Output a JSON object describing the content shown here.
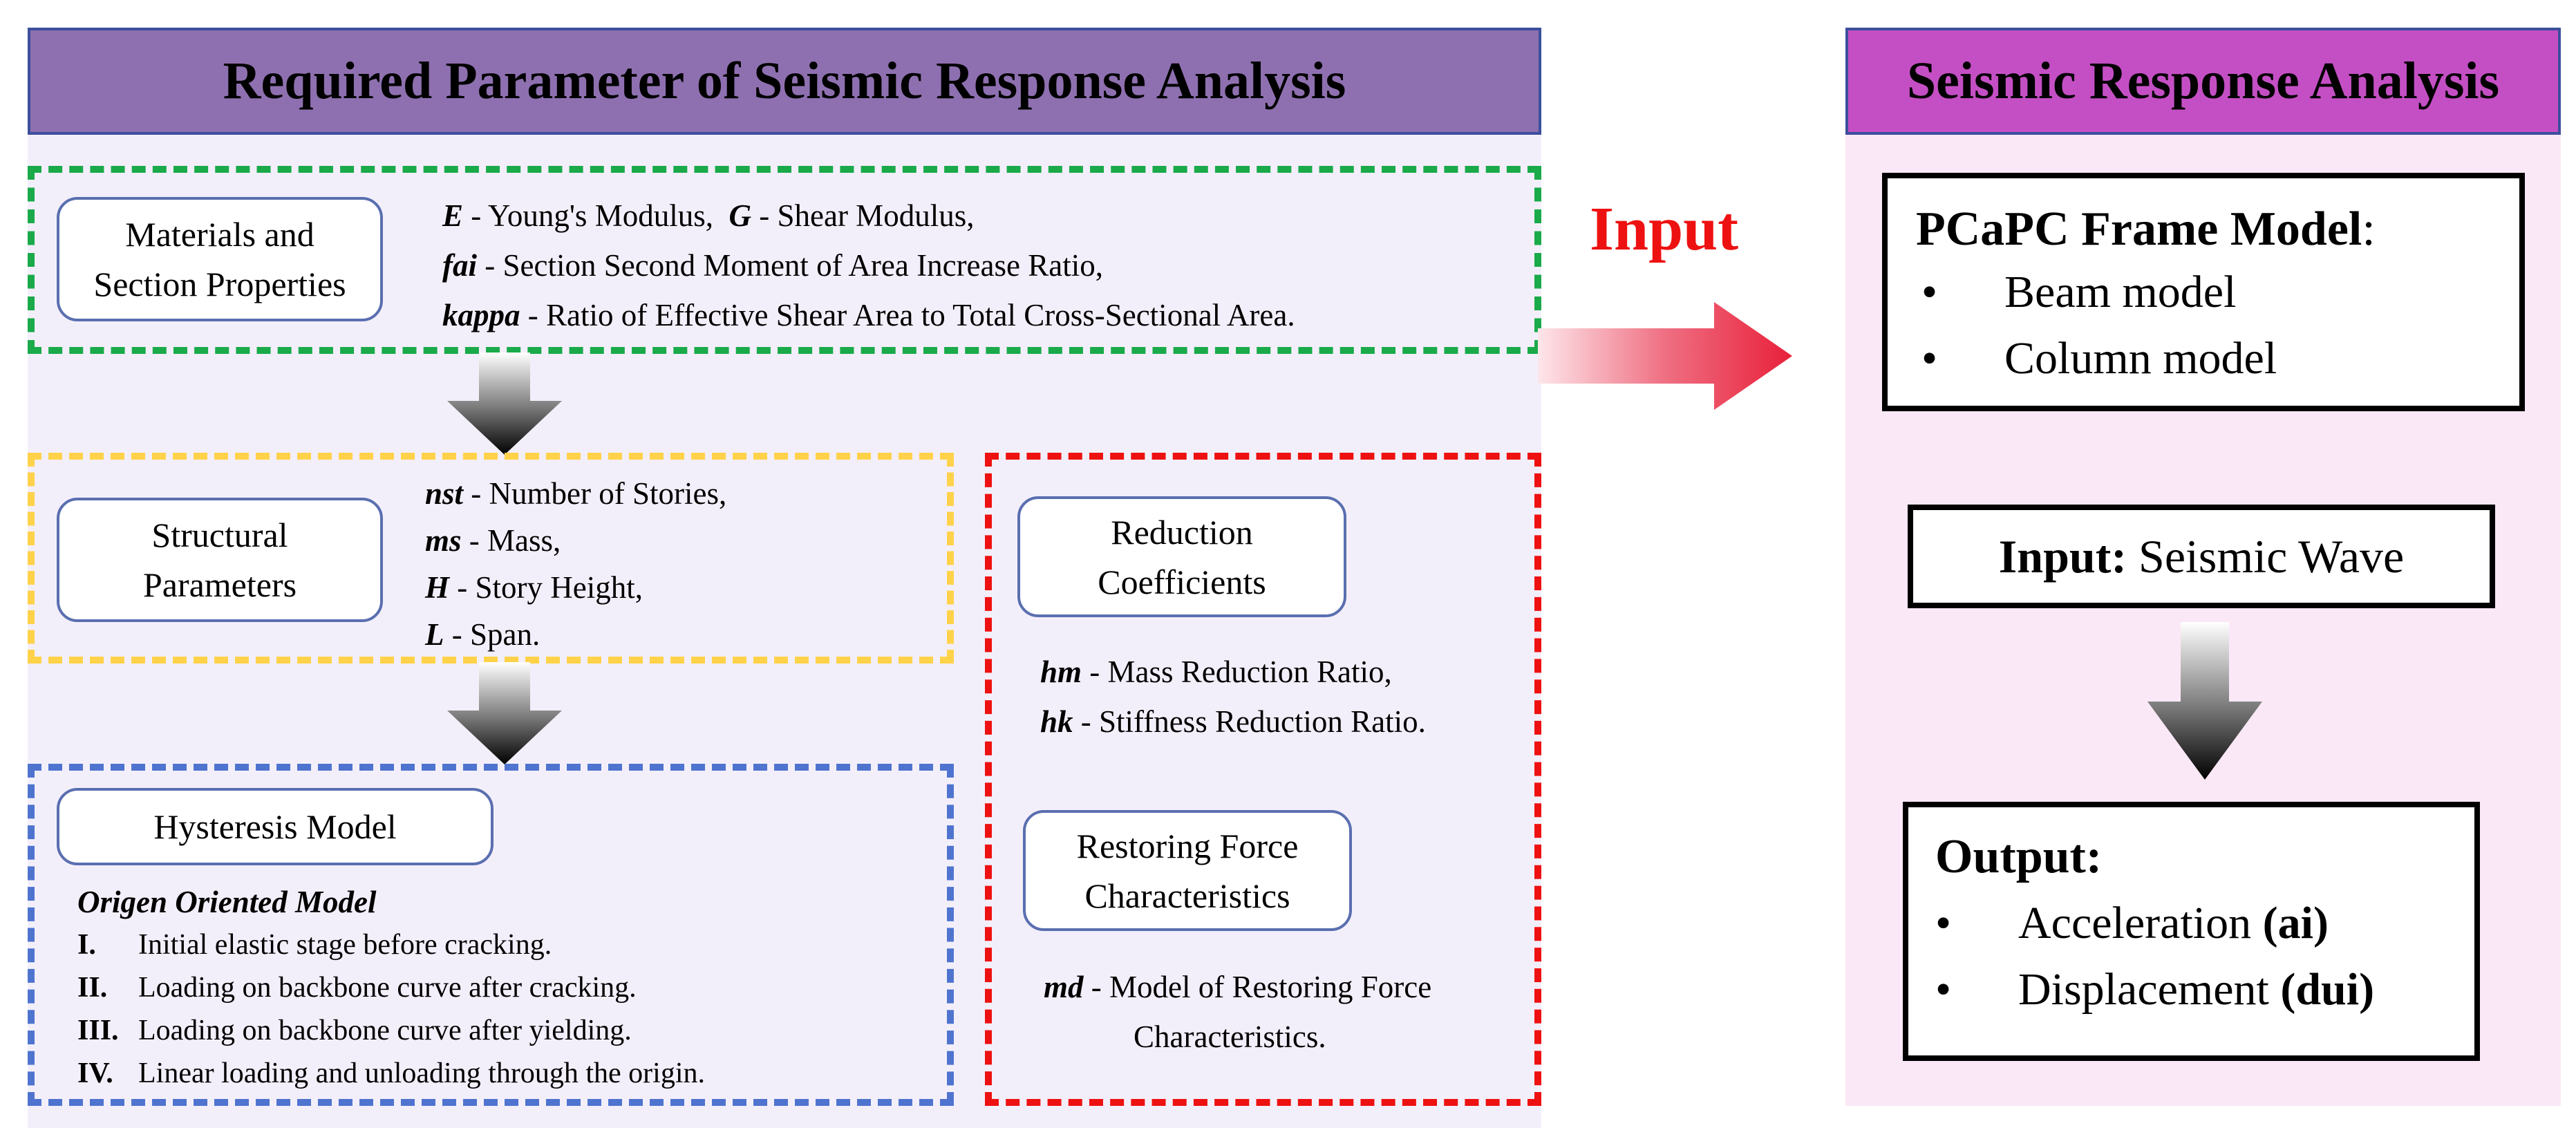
{
  "left_header": "Required Parameter of Seismic Response Analysis",
  "right_header": "Seismic Response  Analysis",
  "materials": {
    "box_line1": "Materials and",
    "box_line2": "Section Properties",
    "p1_sym": "E",
    "p1_desc": " - Young's Modulus,  ",
    "p2_sym": "G",
    "p2_desc": " - Shear Modulus,",
    "p3_sym": "fai",
    "p3_desc": " - Section Second Moment of Area Increase Ratio,",
    "p4_sym": "kappa",
    "p4_desc": " - Ratio of Effective Shear Area to Total Cross-Sectional Area."
  },
  "structural": {
    "box_line1": "Structural",
    "box_line2": "Parameters",
    "params": [
      {
        "sym": "nst",
        "desc": " - Number of Stories,"
      },
      {
        "sym": "ms",
        "desc": " - Mass,"
      },
      {
        "sym": "H",
        "desc": " - Story Height,"
      },
      {
        "sym": "L",
        "desc": " - Span."
      }
    ]
  },
  "hysteresis": {
    "box_label": "Hysteresis Model",
    "model_title": "Origen Oriented Model",
    "stages": [
      {
        "num": "I.",
        "text": "Initial elastic stage before cracking."
      },
      {
        "num": "II.",
        "text": "Loading on backbone curve after cracking."
      },
      {
        "num": "III.",
        "text": "Loading on backbone curve after yielding."
      },
      {
        "num": "IV.",
        "text": "Linear loading and unloading through the origin."
      }
    ]
  },
  "reduction": {
    "box_line1": "Reduction",
    "box_line2": "Coefficients",
    "p1_sym": "hm",
    "p1_desc": " - Mass Reduction Ratio,",
    "p2_sym": "hk",
    "p2_desc": " - Stiffness Reduction Ratio."
  },
  "restoring": {
    "box_line1": "Restoring Force",
    "box_line2": "Characteristics",
    "p1_sym": "md",
    "p1_desc": " - Model of Restoring Force",
    "p1_cont": "Characteristics."
  },
  "input_arrow_label": "Input",
  "frame_model": {
    "title": "PCaPC Frame Model",
    "colon": ":",
    "bullet": "•",
    "items": [
      "Beam model",
      "Column model"
    ]
  },
  "seismic_input": {
    "label": "Input:",
    "value": " Seismic Wave"
  },
  "output": {
    "title": "Output:",
    "bullet": "•",
    "items": [
      {
        "text": "Acceleration ",
        "symbol": "(ai)"
      },
      {
        "text": "Displacement ",
        "symbol": "(dui)"
      }
    ]
  },
  "colors": {
    "left_header": "#8e70b0",
    "right_header": "#c44fc4",
    "green_dash": "#1aaa4a",
    "yellow_dash": "#ffd24a",
    "blue_dash": "#4f74cf",
    "red_dash": "#ee1111",
    "input_label": "#ee1111"
  }
}
